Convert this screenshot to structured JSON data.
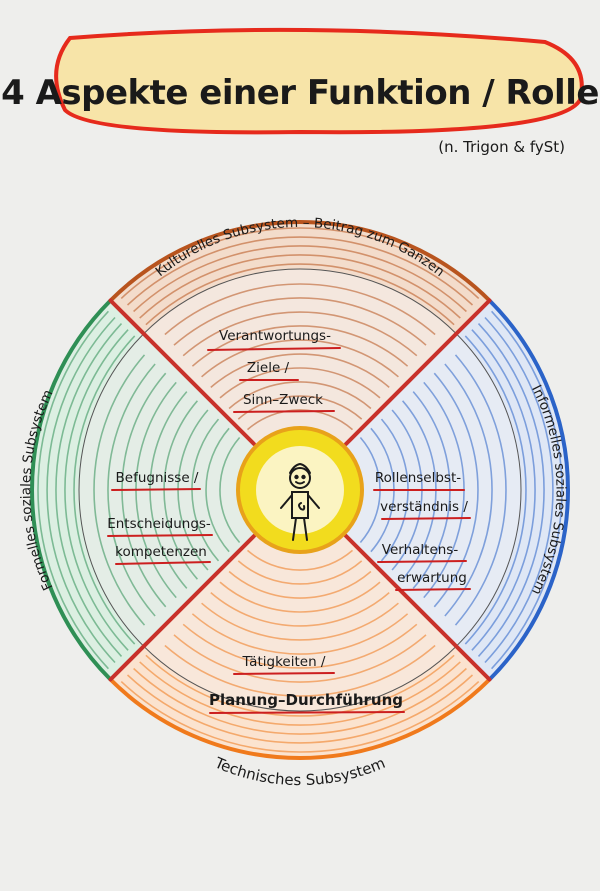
{
  "title": "4 Aspekte einer Funktion / Rolle",
  "subtitle": "(n. Trigon & fySt)",
  "colors": {
    "top": "#b8541e",
    "right": "#2b63c8",
    "bottom": "#f07a1c",
    "left": "#2f8f55",
    "divider": "#c8312a",
    "center": "#f2dc1e",
    "underline": "#cc1f1f"
  },
  "quadrants": {
    "top": {
      "ring_label": "Kulturelles Subsystem – Beitrag zum Ganzen",
      "lines": [
        "Verantwortungs-",
        "Ziele /",
        "Sinn–Zweck"
      ]
    },
    "right": {
      "ring_label": "Informelles soziales Subsystem",
      "lines": [
        "Rollenselbst-",
        "verständnis /",
        "Verhaltens-",
        "erwartung"
      ]
    },
    "bottom": {
      "ring_label": "Technisches Subsystem",
      "lines": [
        "Tätigkeiten /",
        "Planung–Durchführung"
      ]
    },
    "left": {
      "ring_label": "Formelles soziales Subsystem",
      "lines": [
        "Befugnisse /",
        "Entscheidungs-",
        "kompetenzen"
      ]
    }
  },
  "center_icon": "stick-figure-icon"
}
